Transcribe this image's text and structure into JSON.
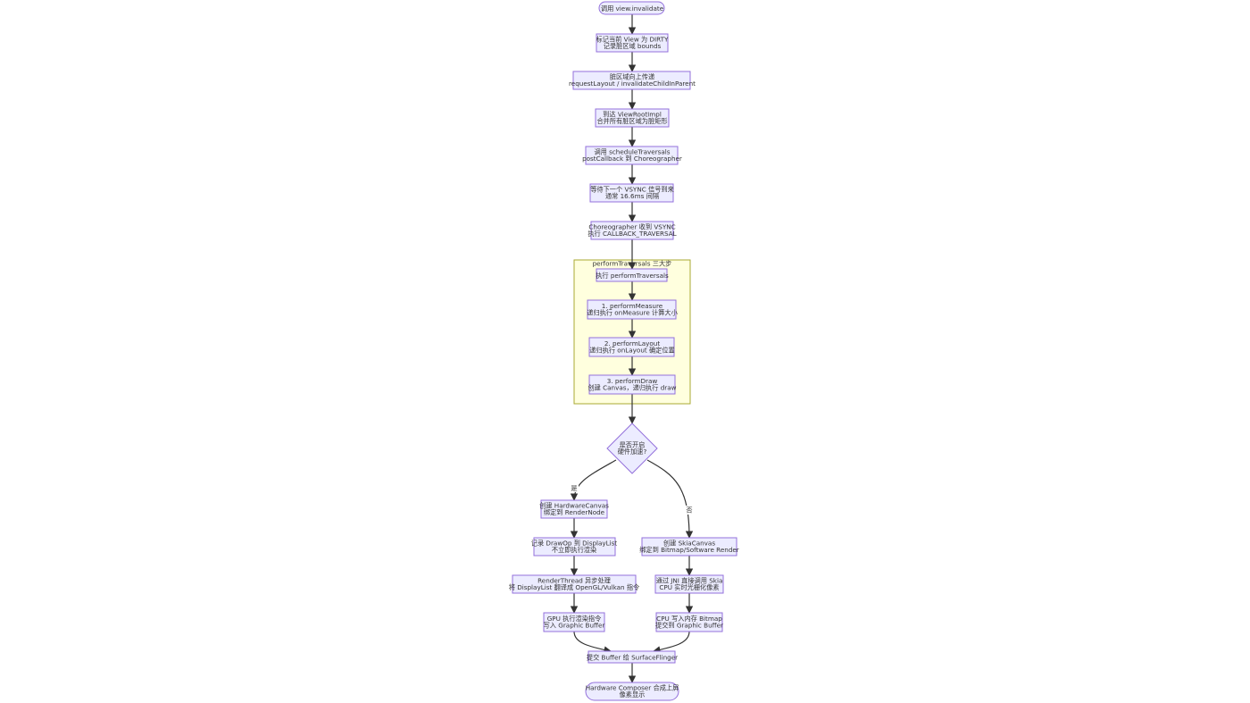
{
  "nodes": {
    "n1": [
      "调用 view.invalidate"
    ],
    "n2": [
      "标记当前 View 为 DIRTY",
      "记录脏区域 bounds"
    ],
    "n3": [
      "脏区域向上传递",
      "requestLayout / invalidateChildInParent"
    ],
    "n4": [
      "到达 ViewRootImpl",
      "合并所有脏区域为脏矩形"
    ],
    "n5": [
      "调用 scheduleTraversals",
      "postCallback 到 Choreographer"
    ],
    "n6": [
      "等待下一个 VSYNC 信号到来",
      "通常 16.6ms 间隔"
    ],
    "n7": [
      "Choreographer 收到 VSYNC",
      "执行 CALLBACK_TRAVERSAL"
    ],
    "n8": [
      "执行 performTraversals"
    ],
    "n9": [
      "1. performMeasure",
      "递归执行 onMeasure 计算大小"
    ],
    "n10": [
      "2. performLayout",
      "递归执行 onLayout 确定位置"
    ],
    "n11": [
      "3. performDraw",
      "创建 Canvas，递归执行 draw"
    ],
    "n12": [
      "是否开启",
      "硬件加速?"
    ],
    "n13": [
      "创建 HardwareCanvas",
      "绑定到 RenderNode"
    ],
    "n14": [
      "记录 DrawOp 到 DisplayList",
      "不立即执行渲染"
    ],
    "n15": [
      "RenderThread 异步处理",
      "将 DisplayList 翻译成 OpenGL/Vulkan 指令"
    ],
    "n16": [
      "GPU 执行渲染指令",
      "写入 Graphic Buffer"
    ],
    "n17": [
      "创建 SkiaCanvas",
      "绑定到 Bitmap/Software Render"
    ],
    "n18": [
      "通过 JNI 直接调用 Skia",
      "CPU 实时光栅化像素"
    ],
    "n19": [
      "CPU 写入内存 Bitmap",
      "提交到 Graphic Buffer"
    ],
    "n20": [
      "提交 Buffer 给 SurfaceFlinger"
    ],
    "n21": [
      "Hardware Composer 合成上屏",
      "像素显示"
    ]
  },
  "cluster_title": "performTraversals 三大步",
  "edge_labels": {
    "yes": "是",
    "no": "否"
  },
  "colors": {
    "node_fill": "#ececff",
    "node_stroke": "#9370db",
    "cluster_fill": "#ffffde",
    "cluster_stroke": "#aaaa33",
    "edge": "#333333"
  }
}
